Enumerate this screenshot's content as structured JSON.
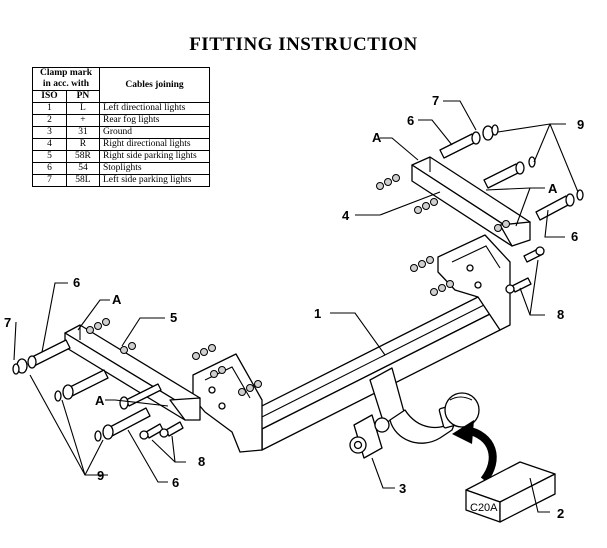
{
  "title": "FITTING INSTRUCTION",
  "table": {
    "header_group": "Clamp mark in acc. with",
    "header_iso": "ISO",
    "header_pn": "PN",
    "header_cables": "Cables joining",
    "rows": [
      {
        "iso": "1",
        "pn": "L",
        "desc": "Left directional lights"
      },
      {
        "iso": "2",
        "pn": "+",
        "desc": "Rear fog lights"
      },
      {
        "iso": "3",
        "pn": "31",
        "desc": "Ground"
      },
      {
        "iso": "4",
        "pn": "R",
        "desc": "Right directional lights"
      },
      {
        "iso": "5",
        "pn": "58R",
        "desc": "Right side parking lights"
      },
      {
        "iso": "6",
        "pn": "54",
        "desc": "Stoplights"
      },
      {
        "iso": "7",
        "pn": "58L",
        "desc": "Left side parking lights"
      }
    ]
  },
  "callouts": {
    "n1": "1",
    "n2": "2",
    "n3": "3",
    "n4": "4",
    "n5": "5",
    "n6_left_top": "6",
    "n6_left_bottom": "6",
    "n6_right_top": "6",
    "n6_right_bottom": "6",
    "n7_left": "7",
    "n7_right": "7",
    "n8_left": "8",
    "n8_right": "8",
    "n9_left": "9",
    "n9_right": "9",
    "a_left_top": "A",
    "a_left_bottom": "A",
    "a_right_top": "A",
    "a_right_mid": "A"
  },
  "box_label": "C20A"
}
